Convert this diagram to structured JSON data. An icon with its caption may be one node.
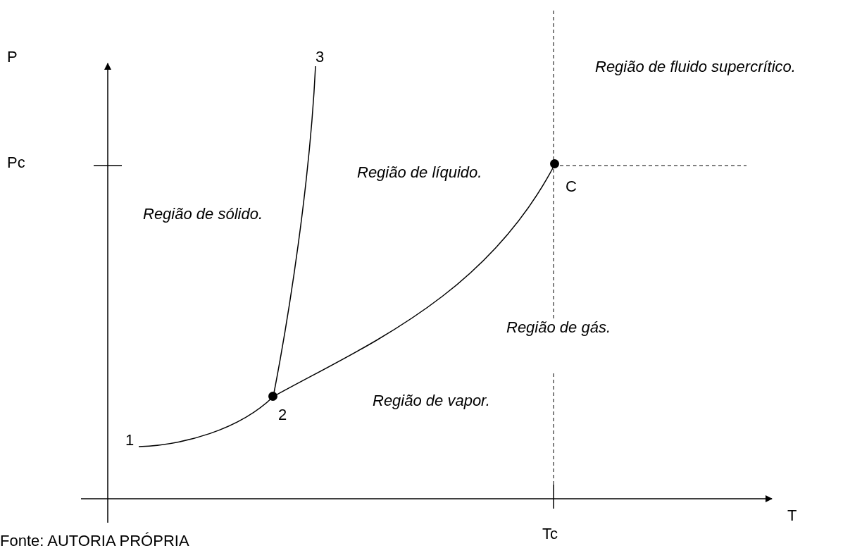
{
  "diagram": {
    "nodes": [
      {
        "text": [
          "1"
        ]
      },
      {
        "text": [
          "2"
        ]
      },
      {
        "text": [
          "3"
        ]
      },
      {
        "text": [
          "C"
        ]
      }
    ],
    "edges": [
      {
        "from": 0,
        "to": 1,
        "arrow": "none"
      },
      {
        "from": 1,
        "to": 2,
        "arrow": "none"
      },
      {
        "from": 1,
        "to": 3,
        "arrow": "none"
      }
    ],
    "labels": [
      "P",
      "Região de fluido supercrítico.",
      "Pc",
      "Região de líquido.",
      "Região de sólido.",
      "Região de gás.",
      "Região de vapor.",
      "T",
      "Tc",
      "Fonte: AUTORIA PRÓPRIA"
    ]
  }
}
